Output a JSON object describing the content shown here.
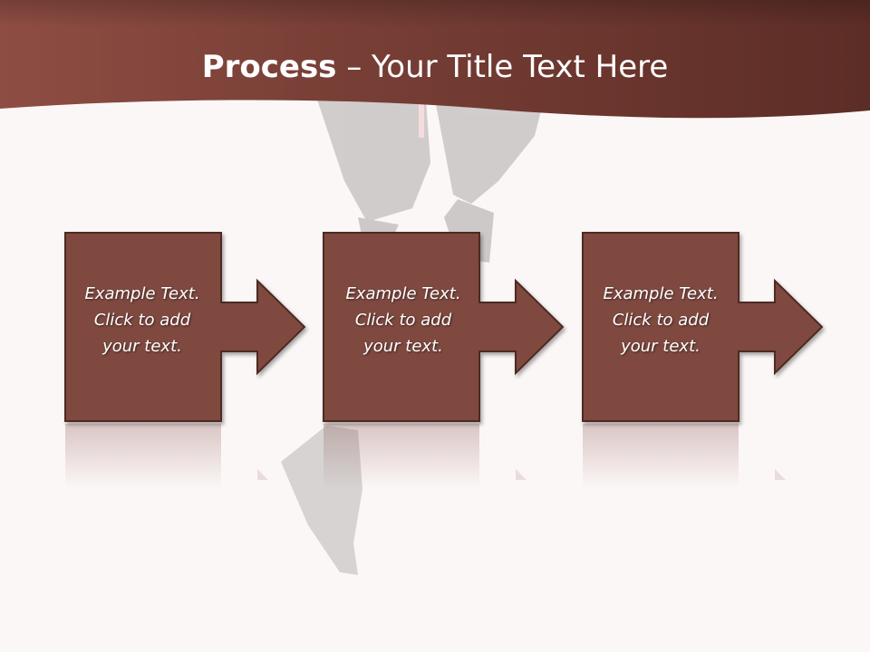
{
  "title": {
    "bold": "Process",
    "rest": " – Your Title Text Here"
  },
  "steps": [
    {
      "line1": "Example Text.",
      "line2": "Click  to add",
      "line3": "your text."
    },
    {
      "line1": "Example Text.",
      "line2": "Click  to add",
      "line3": "your text."
    },
    {
      "line1": "Example Text.",
      "line2": "Click  to add",
      "line3": "your text."
    }
  ],
  "colors": {
    "header_dark": "#5a2c25",
    "header_light": "#8c4c42",
    "box_fill": "#7f4a40",
    "box_stroke": "#4e2a23",
    "background": "#fcf7f7"
  }
}
